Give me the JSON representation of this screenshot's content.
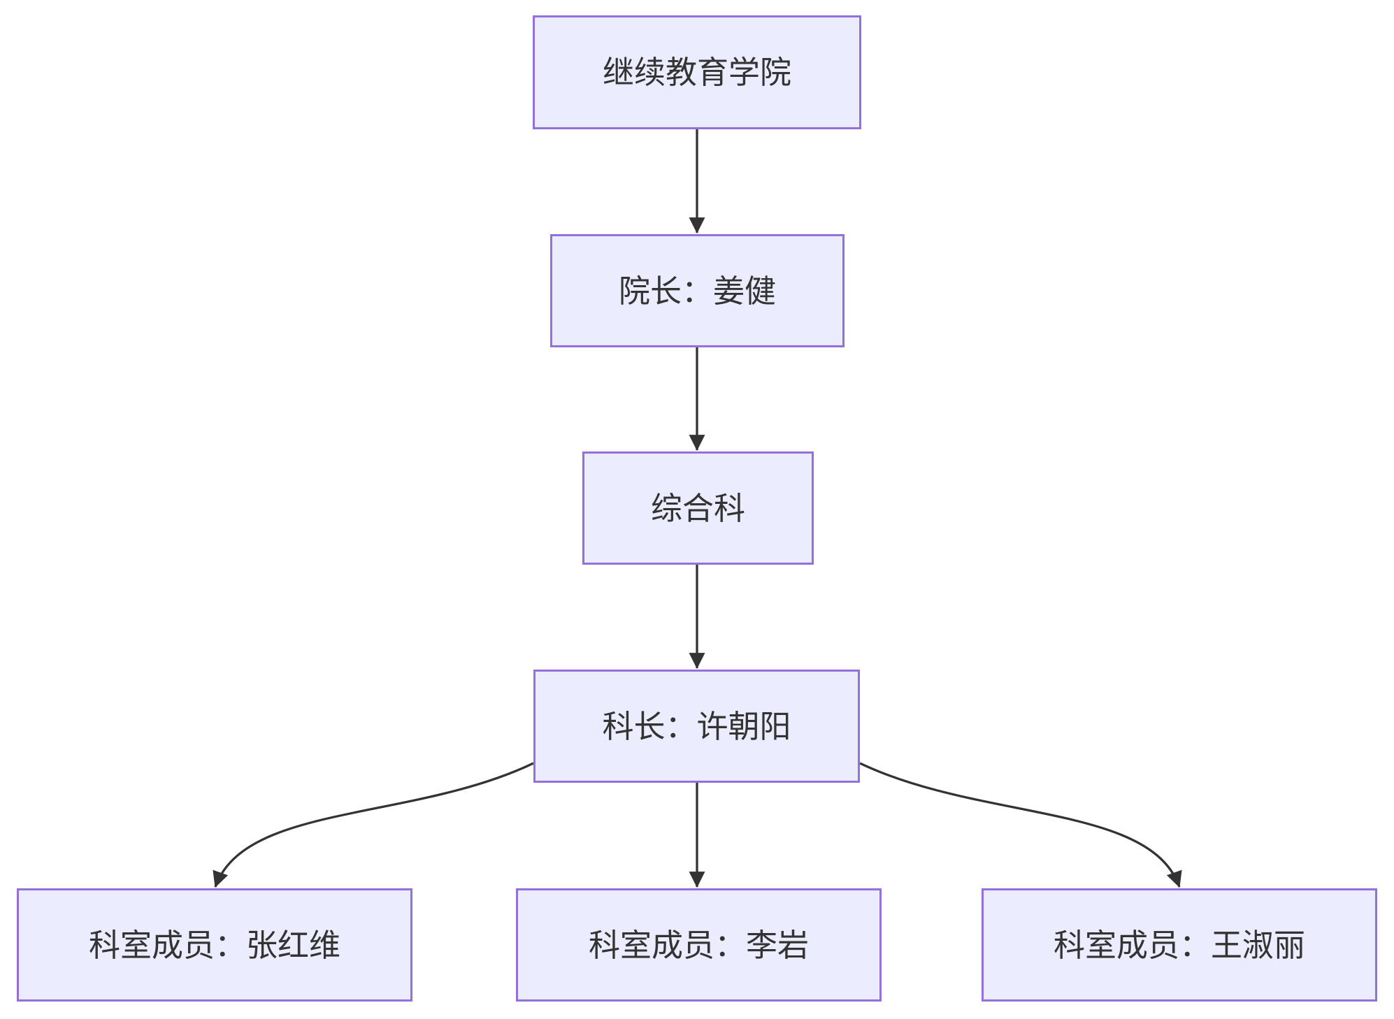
{
  "diagram": {
    "type": "flowchart",
    "direction": "top-down",
    "background_color": "#ffffff",
    "node_fill_color": "#ECECFF",
    "node_border_color": "#9370DB",
    "edge_color": "#333333",
    "text_color": "#333333",
    "nodes": [
      {
        "id": "college",
        "label": "继续教育学院"
      },
      {
        "id": "dean",
        "label": "院长：姜健"
      },
      {
        "id": "section",
        "label": "综合科"
      },
      {
        "id": "chief",
        "label": "科长：许朝阳"
      },
      {
        "id": "member-1",
        "label": "科室成员：张红维"
      },
      {
        "id": "member-2",
        "label": "科室成员：李岩"
      },
      {
        "id": "member-3",
        "label": "科室成员：王淑丽"
      }
    ],
    "edges": [
      {
        "from": "college",
        "to": "dean"
      },
      {
        "from": "dean",
        "to": "section"
      },
      {
        "from": "section",
        "to": "chief"
      },
      {
        "from": "chief",
        "to": "member-1"
      },
      {
        "from": "chief",
        "to": "member-2"
      },
      {
        "from": "chief",
        "to": "member-3"
      }
    ]
  }
}
